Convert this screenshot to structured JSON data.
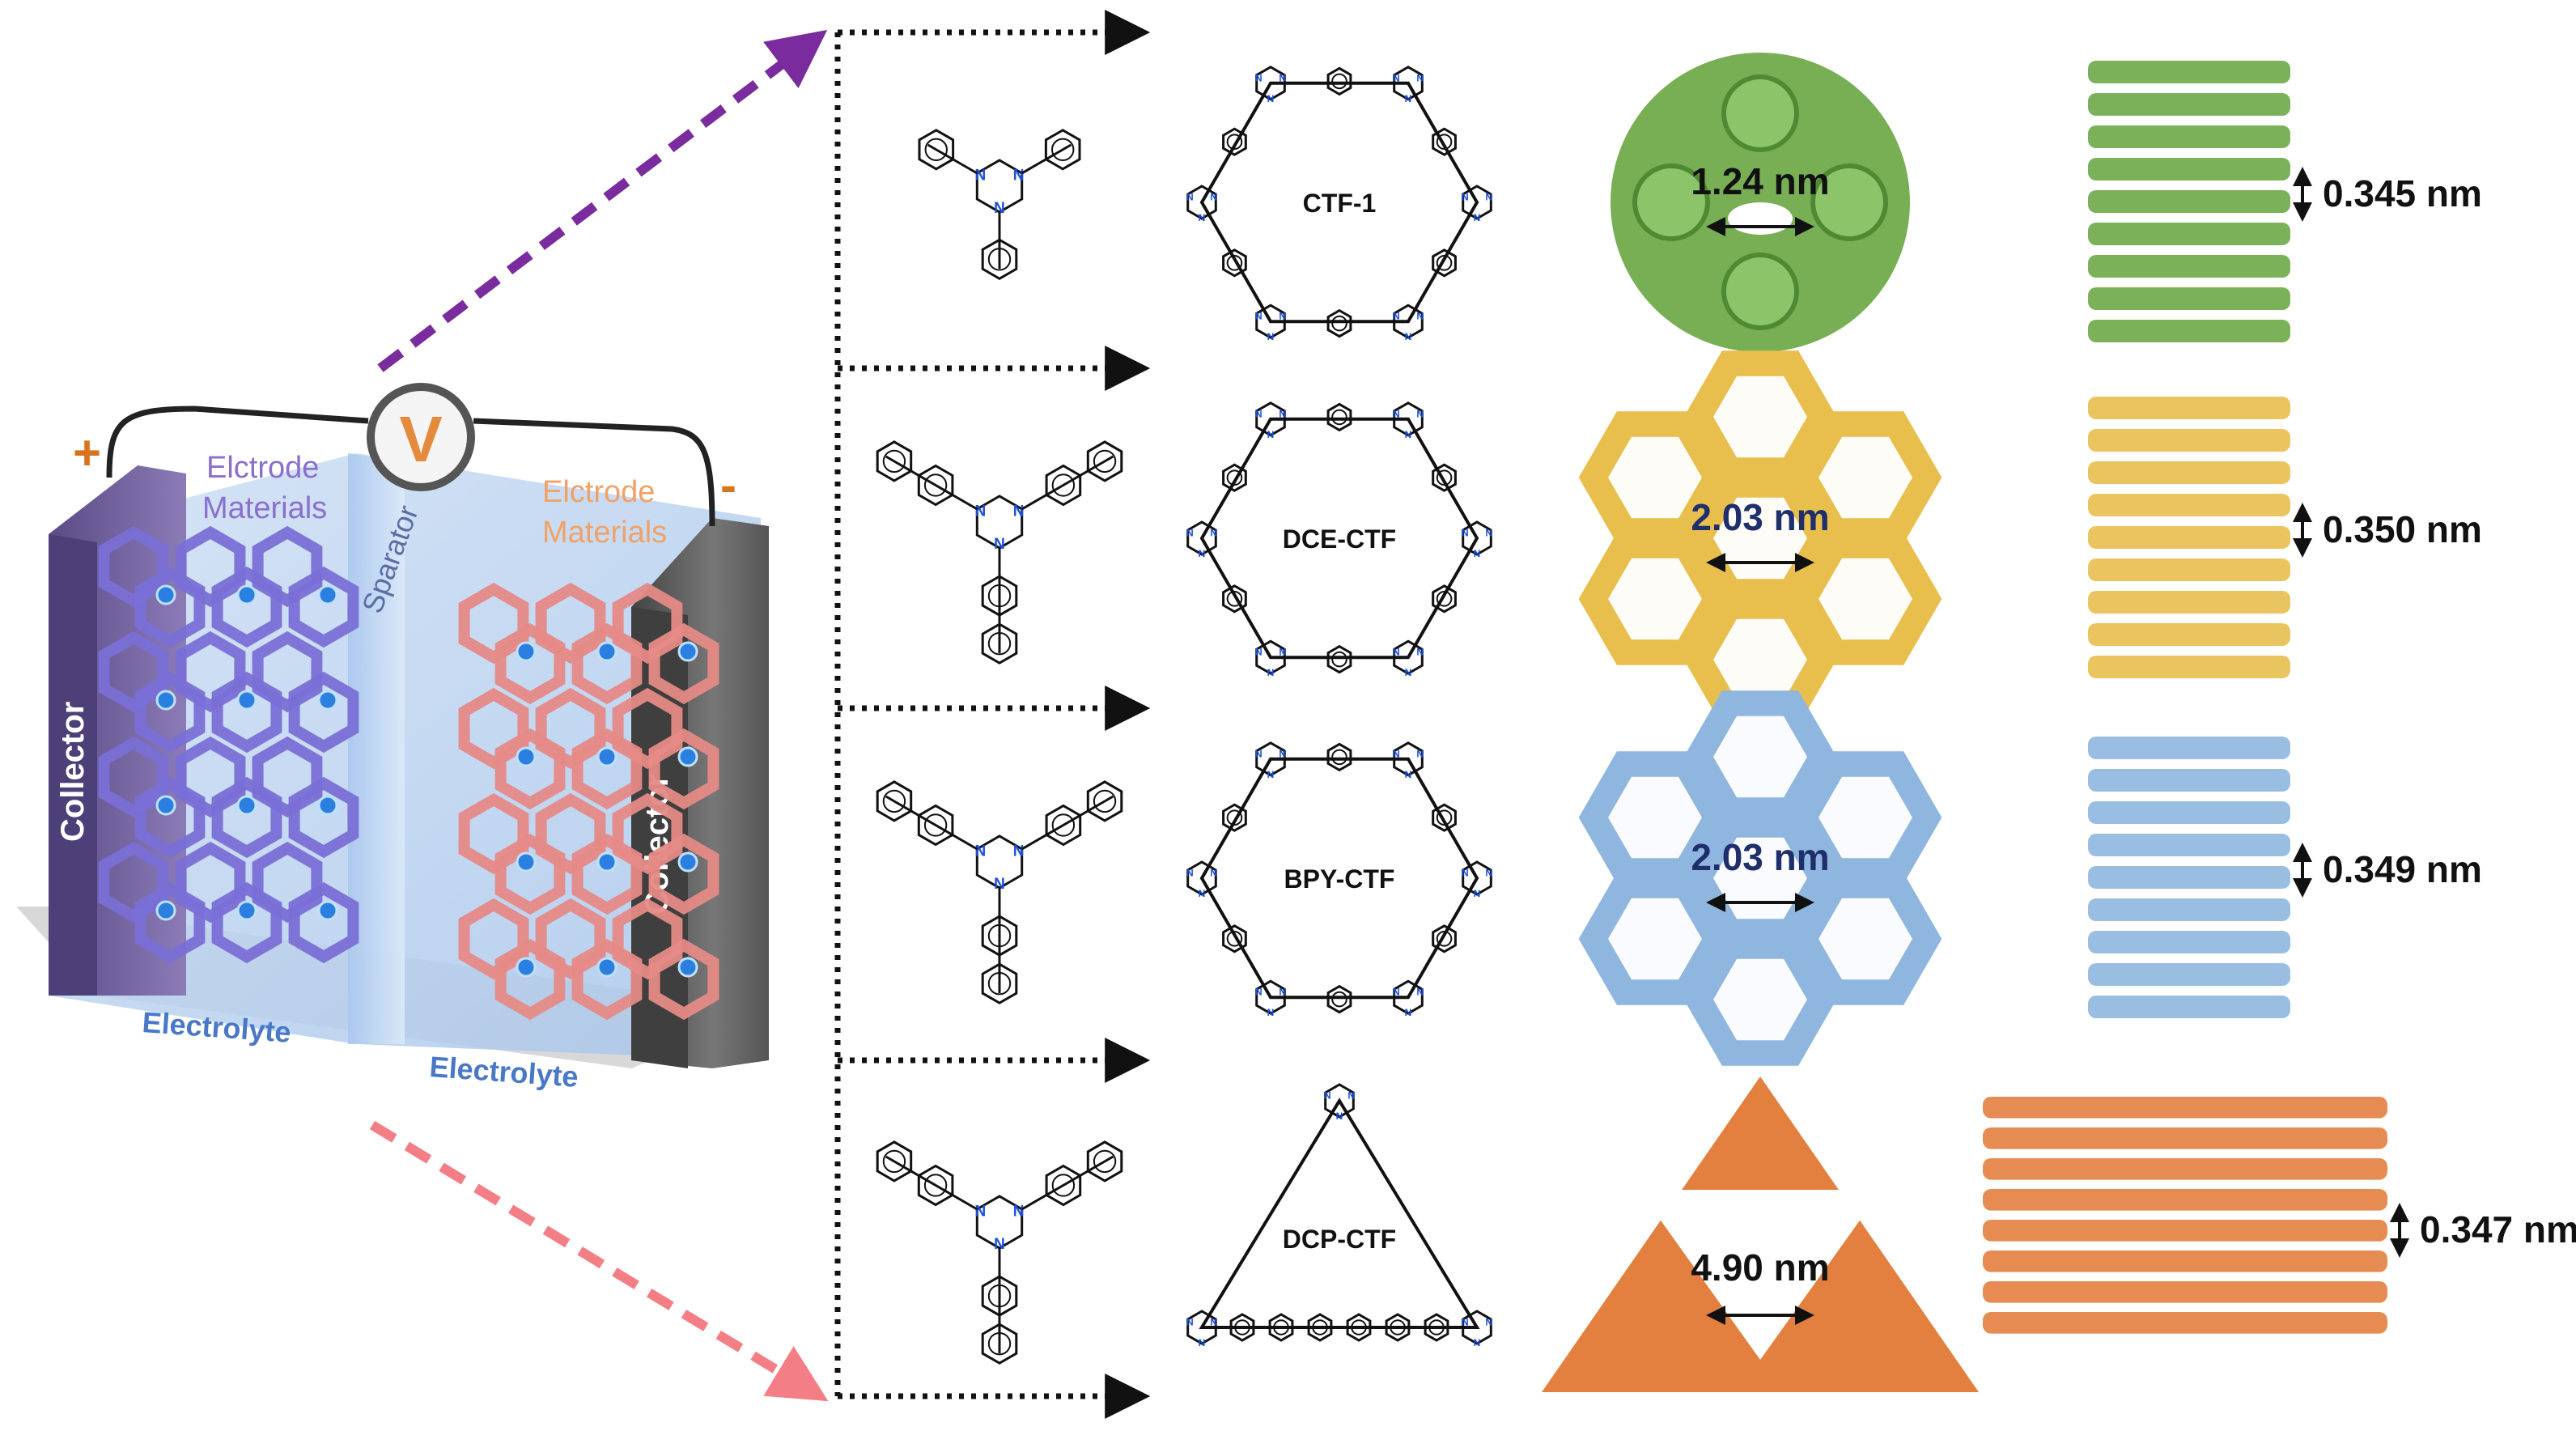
{
  "battery": {
    "plus_sign": "+",
    "minus_sign": "-",
    "voltmeter_symbol": "V",
    "left_electrode_label_line1": "Elctrode",
    "left_electrode_label_line2": "Materials",
    "right_electrode_label_line1": "Elctrode",
    "right_electrode_label_line2": "Materials",
    "separator_label": "Sparator",
    "left_collector_label": "Collector",
    "right_collector_label": "Collector",
    "left_electrolyte_label": "Electrolyte",
    "right_electrolyte_label": "Electrolyte"
  },
  "colors": {
    "left_electrode": "#7a6fd6",
    "right_electrode": "#e58a86",
    "left_collector": "#6f5f9a",
    "right_collector": "#5e5e5e",
    "electrolyte_blue": "#4a78c8",
    "arrow_top": "#7a2c9e",
    "arrow_bottom": "#f47e86",
    "plus": "#d9731e",
    "minus": "#d9731e",
    "left_label": "#8a6fcf",
    "right_label": "#f0a266",
    "nitrogen": "#1a4fe0"
  },
  "materials": [
    {
      "name": "CTF-1",
      "pore_size": "1.24 nm",
      "interlayer": "0.345 nm",
      "color": "#6da847",
      "label_color": "#111111",
      "monomer_atom": "N",
      "linker": "phenyl"
    },
    {
      "name": "DCE-CTF",
      "pore_size": "2.03 nm",
      "interlayer": "0.350 nm",
      "color": "#e8be4c",
      "label_color": "#1f2f6d",
      "monomer_atom": "N",
      "linker": "biphenyl"
    },
    {
      "name": "BPY-CTF",
      "pore_size": "2.03 nm",
      "interlayer": "0.349 nm",
      "color": "#8fb6df",
      "label_color": "#1f2f6d",
      "monomer_atom": "N",
      "linker": "bipyridine"
    },
    {
      "name": "DCP-CTF",
      "pore_size": "4.90 nm",
      "interlayer": "0.347 nm",
      "color": "#e3803f",
      "label_color": "#111111",
      "monomer_atom": "N",
      "linker": "pyridine"
    }
  ]
}
